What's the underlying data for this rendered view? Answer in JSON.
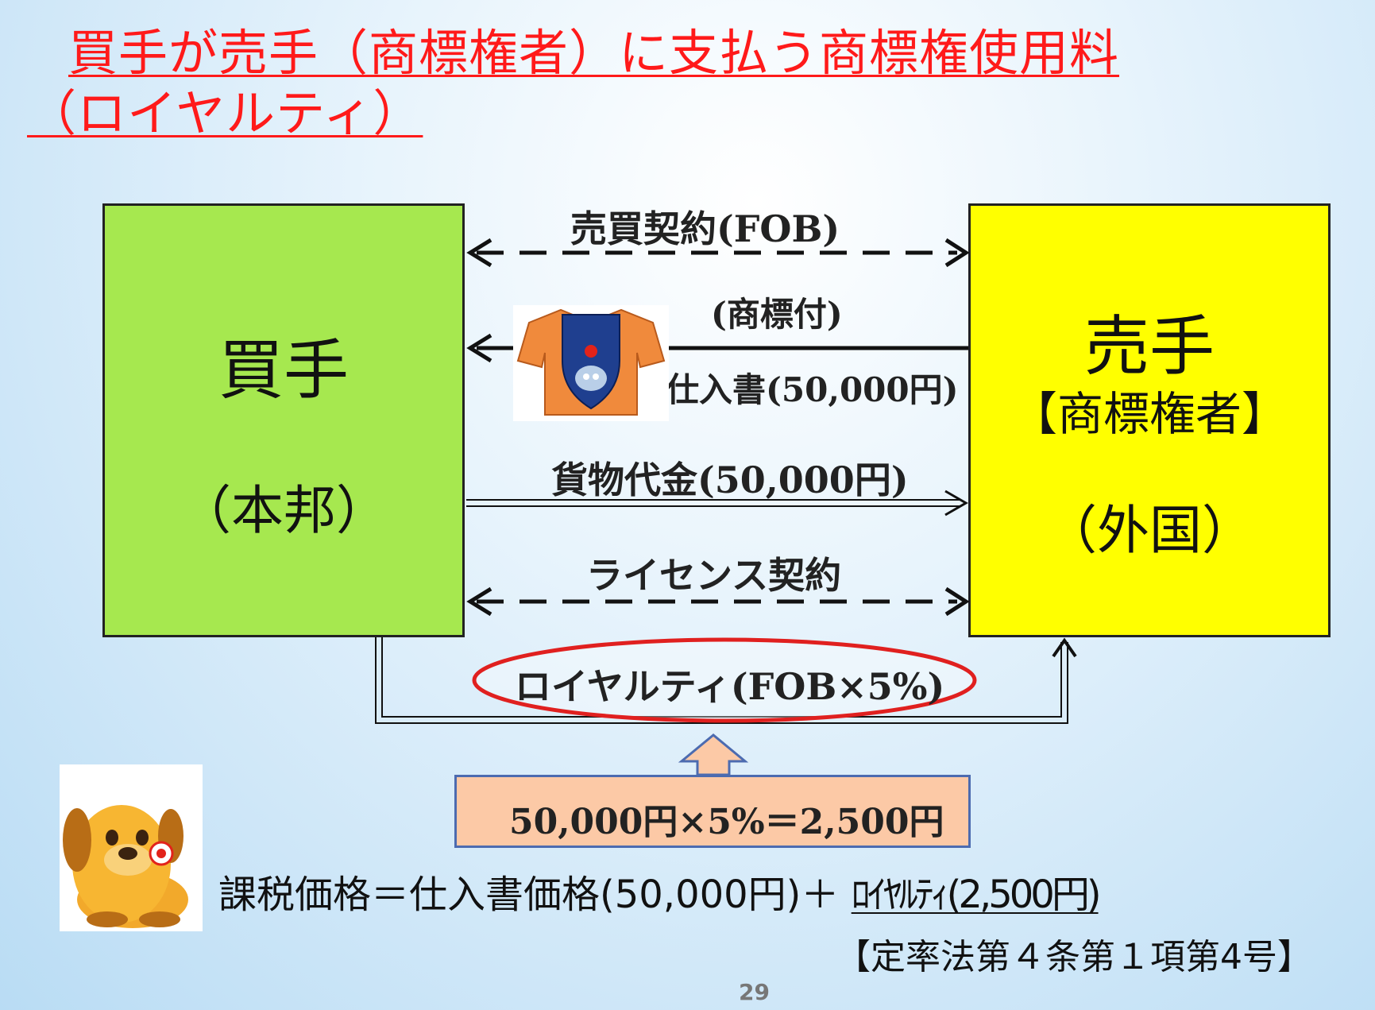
{
  "title": {
    "line1": "買手が売手（商標権者）に支払う商標権使用料",
    "line2": "（ロイヤルティ）"
  },
  "buyer": {
    "name": "買手",
    "location": "（本邦）",
    "fill": "#a6e84f"
  },
  "seller": {
    "name": "売手",
    "role": "【商標権者】",
    "location": "（外国）",
    "fill": "#ffff00"
  },
  "flows": {
    "sales_contract": "売買契約(FOB)",
    "trademark_tag": "(商標付)",
    "invoice": "仕入書(50,000円)",
    "payment": "貨物代金(50,000円)",
    "license": "ライセンス契約",
    "royalty": "ロイヤルティ(FOB×5%)"
  },
  "calc": "50,000円×5%＝2,500円",
  "formula": {
    "main": "課税価格＝仕入書価格(50,000円)＋ ",
    "royalty": "ﾛｲﾔﾙﾃｨ(2,500円)"
  },
  "law_ref": "【定率法第４条第１項第4号】",
  "page_number": "29",
  "colors": {
    "title": "#ff1a1a",
    "ellipse": "#e0201f",
    "badge_fill": "#fcc9a6",
    "badge_border": "#4c6bb0"
  },
  "icons": {
    "shirt": "japan-customs-shirt-icon",
    "mascot": "customs-dog-mascot-icon"
  }
}
